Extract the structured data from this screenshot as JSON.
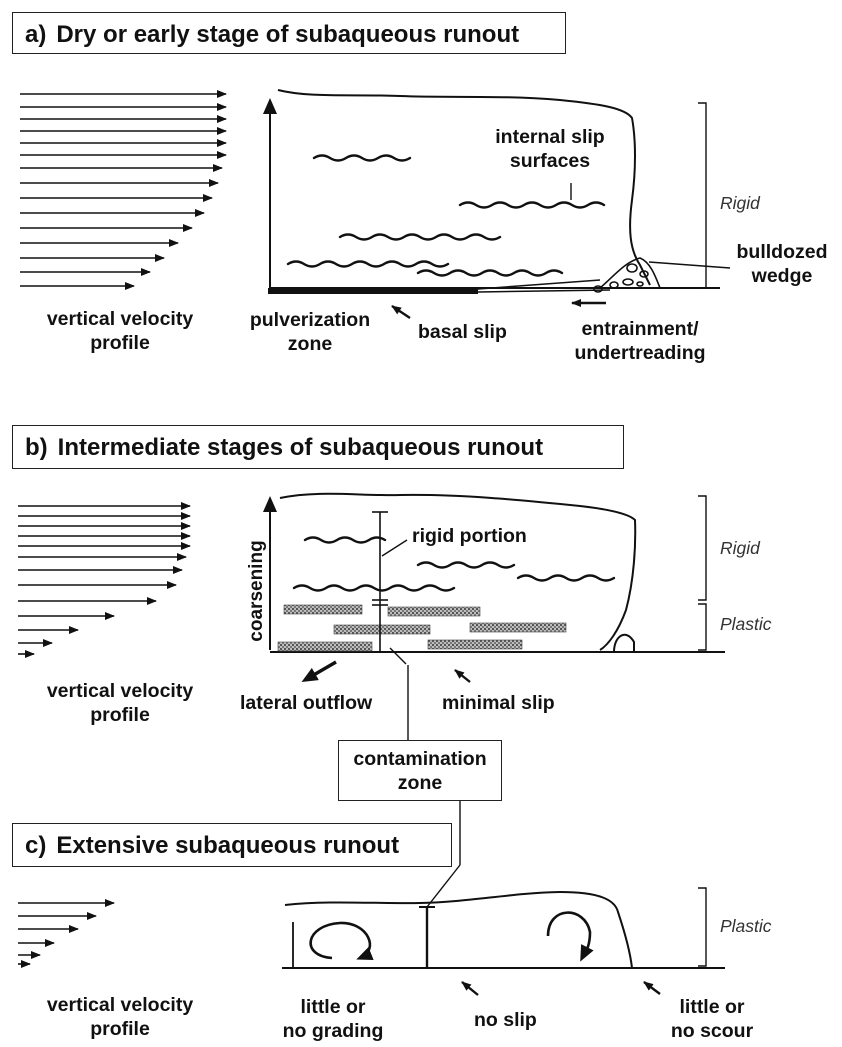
{
  "panel_a": {
    "letter": "a)",
    "title": "Dry or early stage of subaqueous runout",
    "velocity_label": "vertical velocity\nprofile",
    "internal_slip_label": "internal slip\nsurfaces",
    "rigid_label": "Rigid",
    "bulldozed_label": "bulldozed\nwedge",
    "pulverization_label": "pulverization\nzone",
    "basal_slip_label": "basal slip",
    "entrainment_label": "entrainment/\nundertreading"
  },
  "panel_b": {
    "letter": "b)",
    "title": "Intermediate stages of subaqueous runout",
    "velocity_label": "vertical velocity\nprofile",
    "coarsening_label": "coarsening",
    "rigid_portion_label": "rigid portion",
    "rigid_label": "Rigid",
    "plastic_label": "Plastic",
    "lateral_outflow_label": "lateral outflow",
    "minimal_slip_label": "minimal slip",
    "contamination_label": "contamination\nzone"
  },
  "panel_c": {
    "letter": "c)",
    "title": "Extensive subaqueous runout",
    "velocity_label": "vertical velocity\nprofile",
    "plastic_label": "Plastic",
    "grading_label": "little or\nno grading",
    "no_slip_label": "no slip",
    "scour_label": "little or\nno scour"
  }
}
